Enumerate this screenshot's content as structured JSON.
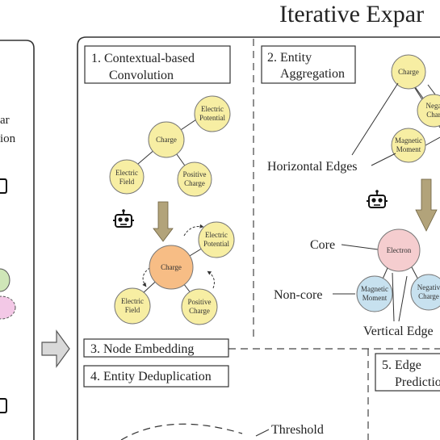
{
  "title": "Iterative Expar",
  "left_panel": {
    "fragments": [
      "ar",
      "ion"
    ]
  },
  "sections": {
    "s1": {
      "line1": "1.  Contextual-based",
      "line2": "Convolution"
    },
    "s2": {
      "line1": "2. Entity",
      "line2": "Aggregation"
    },
    "s3": {
      "label": "3. Node Embedding"
    },
    "s4": {
      "label": "4. Entity Deduplication"
    },
    "s5": {
      "line1": "5. Edge",
      "line2": "Predictio"
    }
  },
  "graph_top": {
    "center": [
      "Charge"
    ],
    "electric_potential": [
      "Electric",
      "Potential"
    ],
    "electric_field": [
      "Electric",
      "Field"
    ],
    "positive_charge": [
      "Positive",
      "Charge"
    ]
  },
  "graph_bottom": {
    "center": [
      "Charge"
    ],
    "electric_potential": [
      "Electric",
      "Potential"
    ],
    "electric_field": [
      "Electric",
      "Field"
    ],
    "positive_charge": [
      "Positive",
      "Charge"
    ]
  },
  "aggregation": {
    "charge": [
      "Charge"
    ],
    "negative_charge": [
      "Nega",
      "Char"
    ],
    "magnetic_moment": [
      "Magnetic",
      "Moment"
    ],
    "electron": [
      "Electron"
    ],
    "noncore_magnetic": [
      "Magnetic",
      "Moment"
    ],
    "noncore_negative": [
      "Negativ",
      "Charge"
    ]
  },
  "annotations": {
    "horizontal_edges": "Horizontal Edges",
    "core": "Core",
    "non_core": "Non-core",
    "vertical_edges": "Vertical Edge",
    "threshold": "Threshold"
  },
  "colors": {
    "yellow_node": "#f7eea3",
    "orange_node": "#f7bd85",
    "pink_node": "#f5cdcf",
    "blue_node": "#c7e1ef",
    "arrow": "#b2a37a",
    "gray_arrow": "#d6d6d6"
  },
  "icons": [
    "robot-icon",
    "robot-icon",
    "robot-icon",
    "robot-icon",
    "robot-icon"
  ]
}
